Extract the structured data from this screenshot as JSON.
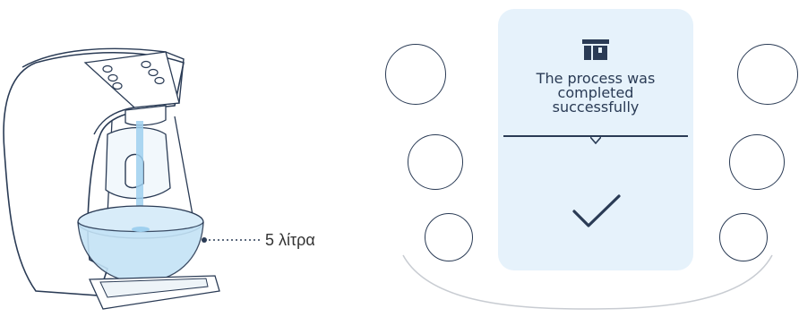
{
  "illustration": {
    "volume_label": "5 λίτρα"
  },
  "display": {
    "message_lines": [
      "The process was",
      "completed",
      "successfully"
    ],
    "icons": {
      "top": "machine-icon",
      "bottom": "checkmark-icon"
    }
  },
  "controls": {
    "left_buttons": [
      "left-button-top",
      "left-button-middle",
      "left-button-bottom"
    ],
    "right_buttons": [
      "right-button-top",
      "right-button-middle",
      "right-button-bottom"
    ]
  },
  "colors": {
    "ink": "#2a3b55",
    "screen_bg": "#e6f2fb",
    "water": "#9fd0ef"
  }
}
